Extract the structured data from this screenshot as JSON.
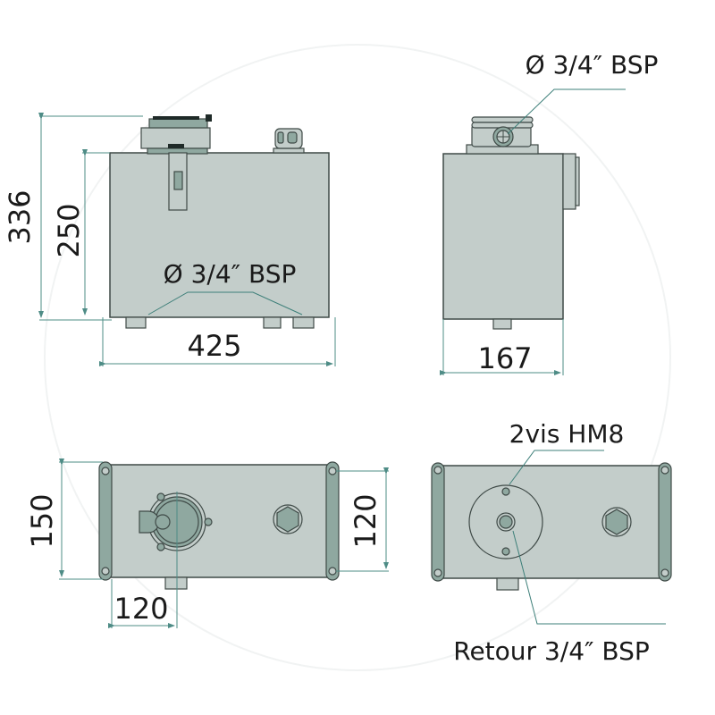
{
  "colors": {
    "body_fill": "#c3cdca",
    "body_stroke": "#3f4a47",
    "accent_fill": "#8fa8a0",
    "dimension_line": "#4e8c86",
    "text": "#1a1a1a",
    "background": "#ffffff"
  },
  "front_view": {
    "dim_overall_height": "336",
    "dim_tank_height": "250",
    "dim_width": "425",
    "port_label": "Ø 3/4″ BSP"
  },
  "side_view": {
    "dim_depth": "167",
    "port_label": "Ø 3/4″ BSP"
  },
  "top_view_left": {
    "dim_height": "150",
    "dim_mount_spacing": "120",
    "dim_offset": "120"
  },
  "top_view_right": {
    "screw_label": "2vis HM8",
    "return_label": "Retour 3/4″ BSP"
  }
}
